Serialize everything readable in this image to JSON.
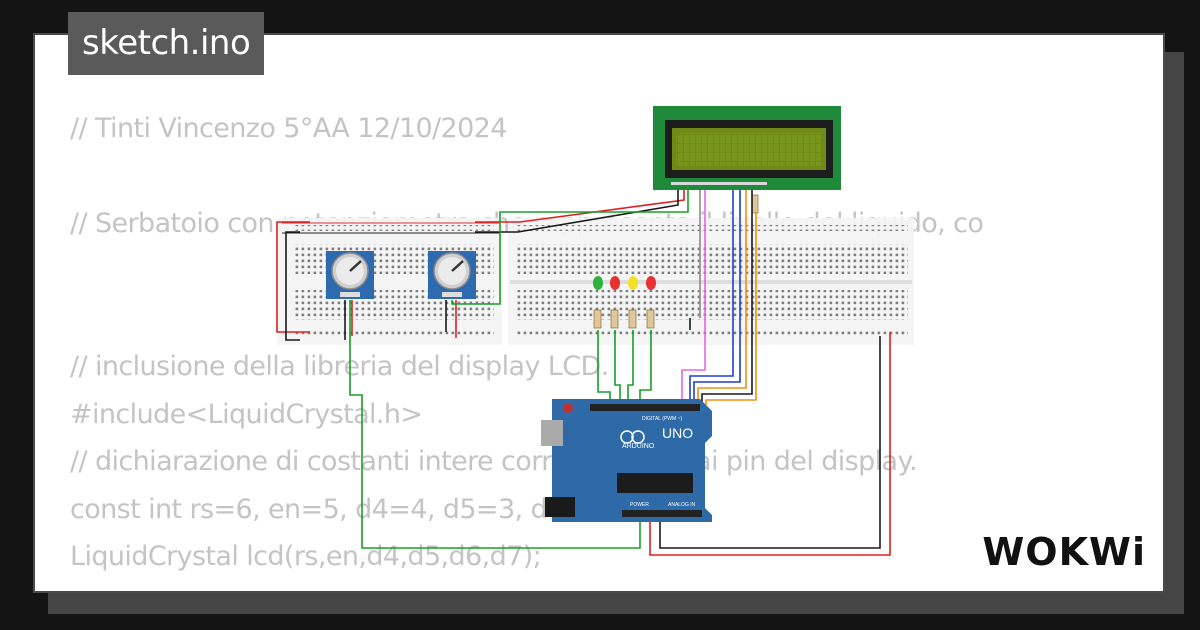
{
  "badge": {
    "filename": "sketch.ino"
  },
  "code_lines": [
    "// Tinti Vincenzo 5°AA 12/10/2024",
    "",
    "// Serbatoio con potenziometro che rappresenta il livello del liquido, co",
    "",
    "",
    "// inclusione della libreria del display LCD.",
    "#include<LiquidCrystal.h>",
    "// dichiarazione di costanti intere corrispondenti ai pin del display.",
    "const int rs=6, en=5, d4=4, d5=3, d6=2, d7=1;",
    "LiquidCrystal lcd(rs,en,d4,d5,d6,d7);"
  ],
  "board": {
    "model": "UNO",
    "brand": "ARDUINO",
    "digital_label": "DIGITAL (PWM ~)",
    "analog_label": "ANALOG IN",
    "power_label": "POWER"
  },
  "logo": {
    "text": "WOKWi"
  },
  "colors": {
    "board": "#2e6aa8",
    "lcd_frame": "#1f8a3a",
    "lcd_screen": "#6f8a16",
    "wire_red": "#e02020",
    "wire_black": "#1a1a1a",
    "wire_green": "#16a02a",
    "wire_blue": "#1f3fd0",
    "wire_orange": "#f09010",
    "wire_pink": "#e06ad8",
    "wire_gray": "#8a8a8a"
  },
  "icons": [
    "arduino-logo-icon",
    "potentiometer-knob-icon",
    "led-icon",
    "resistor-icon"
  ]
}
